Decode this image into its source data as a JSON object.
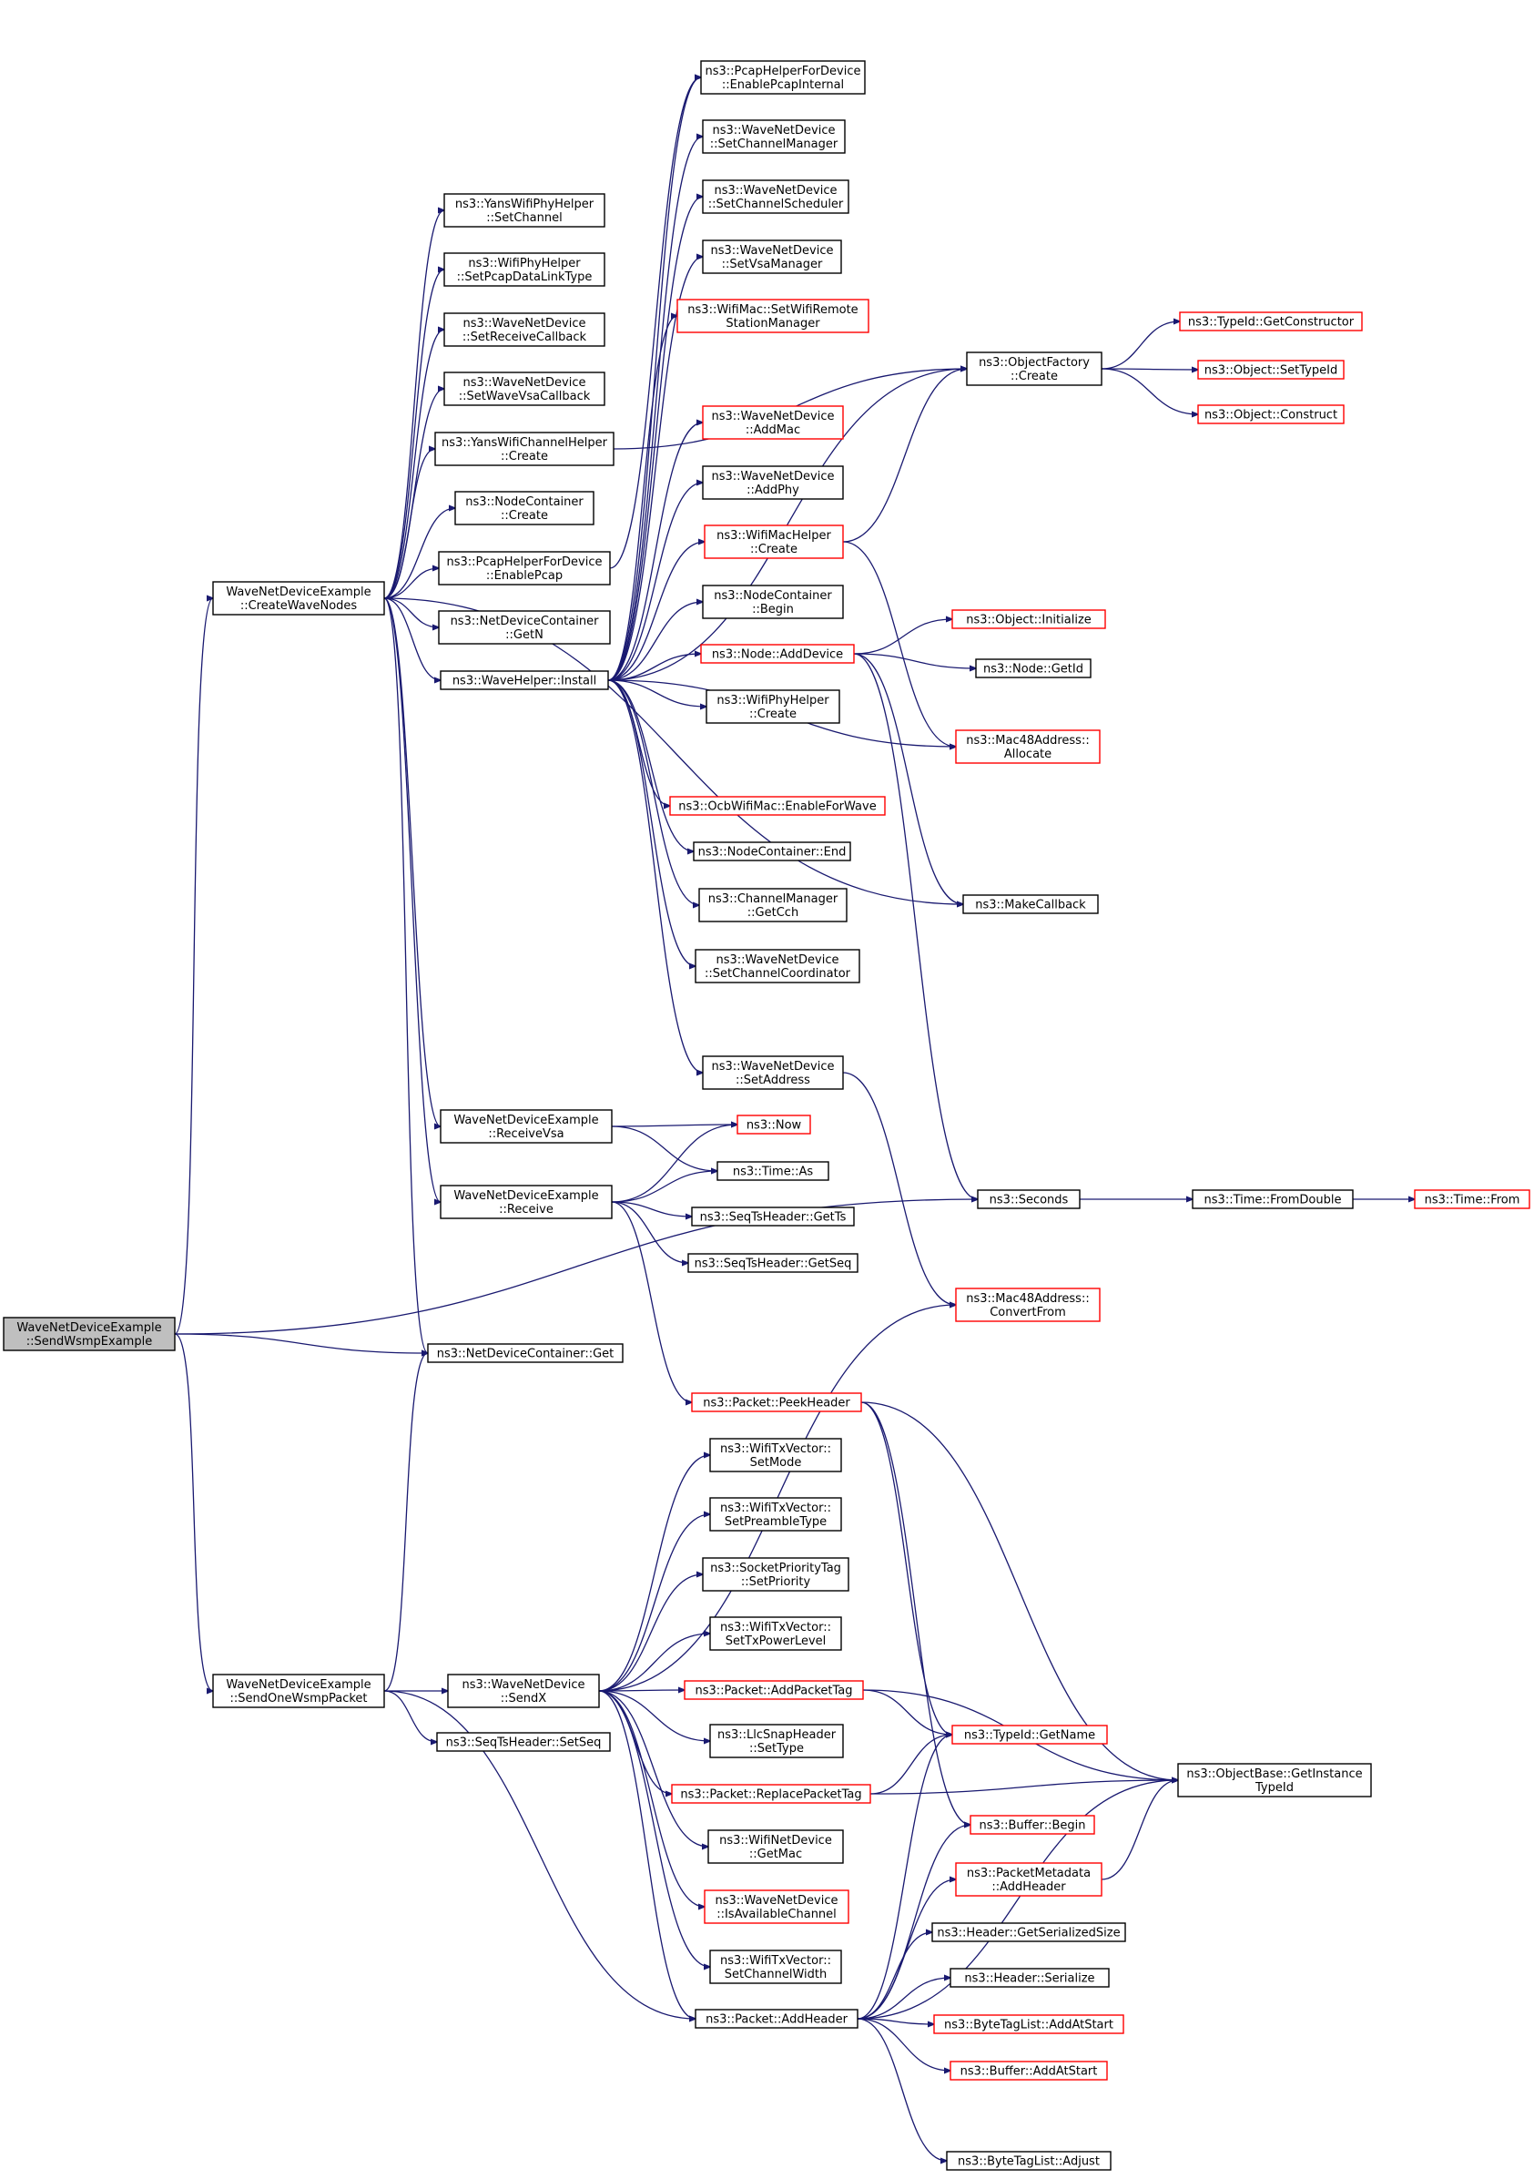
{
  "graph": {
    "root": "send-wsmp-example",
    "nodes": [
      {
        "id": "send-wsmp-example",
        "lines": [
          "WaveNetDeviceExample",
          "::SendWsmpExample"
        ],
        "red": false,
        "root": true
      },
      {
        "id": "create-wave-nodes",
        "lines": [
          "WaveNetDeviceExample",
          "::CreateWaveNodes"
        ],
        "red": false
      },
      {
        "id": "send-one-wsmp-packet",
        "lines": [
          "WaveNetDeviceExample",
          "::SendOneWsmpPacket"
        ],
        "red": false
      },
      {
        "id": "yans-phy-set-channel",
        "lines": [
          "ns3::YansWifiPhyHelper",
          "::SetChannel"
        ],
        "red": false
      },
      {
        "id": "wifi-phy-set-pcap",
        "lines": [
          "ns3::WifiPhyHelper",
          "::SetPcapDataLinkType"
        ],
        "red": false
      },
      {
        "id": "set-receive-callback",
        "lines": [
          "ns3::WaveNetDevice",
          "::SetReceiveCallback"
        ],
        "red": false
      },
      {
        "id": "set-wave-vsa-callback",
        "lines": [
          "ns3::WaveNetDevice",
          "::SetWaveVsaCallback"
        ],
        "red": false
      },
      {
        "id": "yans-channel-create",
        "lines": [
          "ns3::YansWifiChannelHelper",
          "::Create"
        ],
        "red": false
      },
      {
        "id": "node-container-create",
        "lines": [
          "ns3::NodeContainer",
          "::Create"
        ],
        "red": false
      },
      {
        "id": "pcap-enable-pcap",
        "lines": [
          "ns3::PcapHelperForDevice",
          "::EnablePcap"
        ],
        "red": false
      },
      {
        "id": "netdevice-container-getn",
        "lines": [
          "ns3::NetDeviceContainer",
          "::GetN"
        ],
        "red": false
      },
      {
        "id": "wave-helper-install",
        "lines": [
          "ns3::WaveHelper::Install"
        ],
        "red": false
      },
      {
        "id": "receive-vsa",
        "lines": [
          "WaveNetDeviceExample",
          "::ReceiveVsa"
        ],
        "red": false
      },
      {
        "id": "receive",
        "lines": [
          "WaveNetDeviceExample",
          "::Receive"
        ],
        "red": false
      },
      {
        "id": "netdevice-container-get",
        "lines": [
          "ns3::NetDeviceContainer::Get"
        ],
        "red": false
      },
      {
        "id": "seqts-set-seq",
        "lines": [
          "ns3::SeqTsHeader::SetSeq"
        ],
        "red": false
      },
      {
        "id": "wave-send-x",
        "lines": [
          "ns3::WaveNetDevice",
          "::SendX"
        ],
        "red": false
      },
      {
        "id": "pcap-enable-internal",
        "lines": [
          "ns3::PcapHelperForDevice",
          "::EnablePcapInternal"
        ],
        "red": false
      },
      {
        "id": "set-channel-manager",
        "lines": [
          "ns3::WaveNetDevice",
          "::SetChannelManager"
        ],
        "red": false
      },
      {
        "id": "set-channel-scheduler",
        "lines": [
          "ns3::WaveNetDevice",
          "::SetChannelScheduler"
        ],
        "red": false
      },
      {
        "id": "set-vsa-manager",
        "lines": [
          "ns3::WaveNetDevice",
          "::SetVsaManager"
        ],
        "red": false
      },
      {
        "id": "set-wifi-remote-manager",
        "lines": [
          "ns3::WifiMac::SetWifiRemote",
          "StationManager"
        ],
        "red": true
      },
      {
        "id": "add-mac",
        "lines": [
          "ns3::WaveNetDevice",
          "::AddMac"
        ],
        "red": true
      },
      {
        "id": "add-phy",
        "lines": [
          "ns3::WaveNetDevice",
          "::AddPhy"
        ],
        "red": false
      },
      {
        "id": "wifi-mac-helper-create",
        "lines": [
          "ns3::WifiMacHelper",
          "::Create"
        ],
        "red": true
      },
      {
        "id": "node-container-begin",
        "lines": [
          "ns3::NodeContainer",
          "::Begin"
        ],
        "red": false
      },
      {
        "id": "node-add-device",
        "lines": [
          "ns3::Node::AddDevice"
        ],
        "red": true
      },
      {
        "id": "wifi-phy-helper-create",
        "lines": [
          "ns3::WifiPhyHelper",
          "::Create"
        ],
        "red": false
      },
      {
        "id": "ocb-enable-for-wave",
        "lines": [
          "ns3::OcbWifiMac::EnableForWave"
        ],
        "red": true
      },
      {
        "id": "node-container-end",
        "lines": [
          "ns3::NodeContainer::End"
        ],
        "red": false
      },
      {
        "id": "channel-manager-get-cch",
        "lines": [
          "ns3::ChannelManager",
          "::GetCch"
        ],
        "red": false
      },
      {
        "id": "set-channel-coordinator",
        "lines": [
          "ns3::WaveNetDevice",
          "::SetChannelCoordinator"
        ],
        "red": false
      },
      {
        "id": "wave-set-address",
        "lines": [
          "ns3::WaveNetDevice",
          "::SetAddress"
        ],
        "red": false
      },
      {
        "id": "ns3-now",
        "lines": [
          "ns3::Now"
        ],
        "red": true
      },
      {
        "id": "time-as",
        "lines": [
          "ns3::Time::As"
        ],
        "red": false
      },
      {
        "id": "seqts-get-ts",
        "lines": [
          "ns3::SeqTsHeader::GetTs"
        ],
        "red": false
      },
      {
        "id": "seqts-get-seq",
        "lines": [
          "ns3::SeqTsHeader::GetSeq"
        ],
        "red": false
      },
      {
        "id": "packet-peek-header",
        "lines": [
          "ns3::Packet::PeekHeader"
        ],
        "red": true
      },
      {
        "id": "txvector-set-mode",
        "lines": [
          "ns3::WifiTxVector::",
          "SetMode"
        ],
        "red": false
      },
      {
        "id": "txvector-set-preamble",
        "lines": [
          "ns3::WifiTxVector::",
          "SetPreambleType"
        ],
        "red": false
      },
      {
        "id": "socket-priority-set",
        "lines": [
          "ns3::SocketPriorityTag",
          "::SetPriority"
        ],
        "red": false
      },
      {
        "id": "txvector-set-power",
        "lines": [
          "ns3::WifiTxVector::",
          "SetTxPowerLevel"
        ],
        "red": false
      },
      {
        "id": "packet-add-packet-tag",
        "lines": [
          "ns3::Packet::AddPacketTag"
        ],
        "red": true
      },
      {
        "id": "llc-snap-set-type",
        "lines": [
          "ns3::LlcSnapHeader",
          "::SetType"
        ],
        "red": false
      },
      {
        "id": "packet-replace-tag",
        "lines": [
          "ns3::Packet::ReplacePacketTag"
        ],
        "red": true
      },
      {
        "id": "wifi-netdevice-get-mac",
        "lines": [
          "ns3::WifiNetDevice",
          "::GetMac"
        ],
        "red": false
      },
      {
        "id": "is-available-channel",
        "lines": [
          "ns3::WaveNetDevice",
          "::IsAvailableChannel"
        ],
        "red": true
      },
      {
        "id": "txvector-set-width",
        "lines": [
          "ns3::WifiTxVector::",
          "SetChannelWidth"
        ],
        "red": false
      },
      {
        "id": "packet-add-header",
        "lines": [
          "ns3::Packet::AddHeader"
        ],
        "red": false
      },
      {
        "id": "object-factory-create",
        "lines": [
          "ns3::ObjectFactory",
          "::Create"
        ],
        "red": false
      },
      {
        "id": "object-initialize",
        "lines": [
          "ns3::Object::Initialize"
        ],
        "red": true
      },
      {
        "id": "node-get-id",
        "lines": [
          "ns3::Node::GetId"
        ],
        "red": false
      },
      {
        "id": "mac48-allocate",
        "lines": [
          "ns3::Mac48Address::",
          "Allocate"
        ],
        "red": true
      },
      {
        "id": "make-callback",
        "lines": [
          "ns3::MakeCallback"
        ],
        "red": false
      },
      {
        "id": "ns3-seconds",
        "lines": [
          "ns3::Seconds"
        ],
        "red": false
      },
      {
        "id": "mac48-convert-from",
        "lines": [
          "ns3::Mac48Address::",
          "ConvertFrom"
        ],
        "red": true
      },
      {
        "id": "typeid-get-name",
        "lines": [
          "ns3::TypeId::GetName"
        ],
        "red": true
      },
      {
        "id": "buffer-begin",
        "lines": [
          "ns3::Buffer::Begin"
        ],
        "red": true
      },
      {
        "id": "metadata-add-header",
        "lines": [
          "ns3::PacketMetadata",
          "::AddHeader"
        ],
        "red": true
      },
      {
        "id": "header-get-serialized-size",
        "lines": [
          "ns3::Header::GetSerializedSize"
        ],
        "red": false
      },
      {
        "id": "header-serialize",
        "lines": [
          "ns3::Header::Serialize"
        ],
        "red": false
      },
      {
        "id": "bytetaglist-add-at-start",
        "lines": [
          "ns3::ByteTagList::AddAtStart"
        ],
        "red": true
      },
      {
        "id": "buffer-add-at-start",
        "lines": [
          "ns3::Buffer::AddAtStart"
        ],
        "red": true
      },
      {
        "id": "bytetaglist-adjust",
        "lines": [
          "ns3::ByteTagList::Adjust"
        ],
        "red": false
      },
      {
        "id": "typeid-get-constructor",
        "lines": [
          "ns3::TypeId::GetConstructor"
        ],
        "red": true
      },
      {
        "id": "object-set-typeid",
        "lines": [
          "ns3::Object::SetTypeId"
        ],
        "red": true
      },
      {
        "id": "object-construct",
        "lines": [
          "ns3::Object::Construct"
        ],
        "red": true
      },
      {
        "id": "time-from-double",
        "lines": [
          "ns3::Time::FromDouble"
        ],
        "red": false
      },
      {
        "id": "objectbase-get-instance-typeid",
        "lines": [
          "ns3::ObjectBase::GetInstance",
          "TypeId"
        ],
        "red": false
      },
      {
        "id": "time-from",
        "lines": [
          "ns3::Time::From"
        ],
        "red": true
      }
    ]
  }
}
